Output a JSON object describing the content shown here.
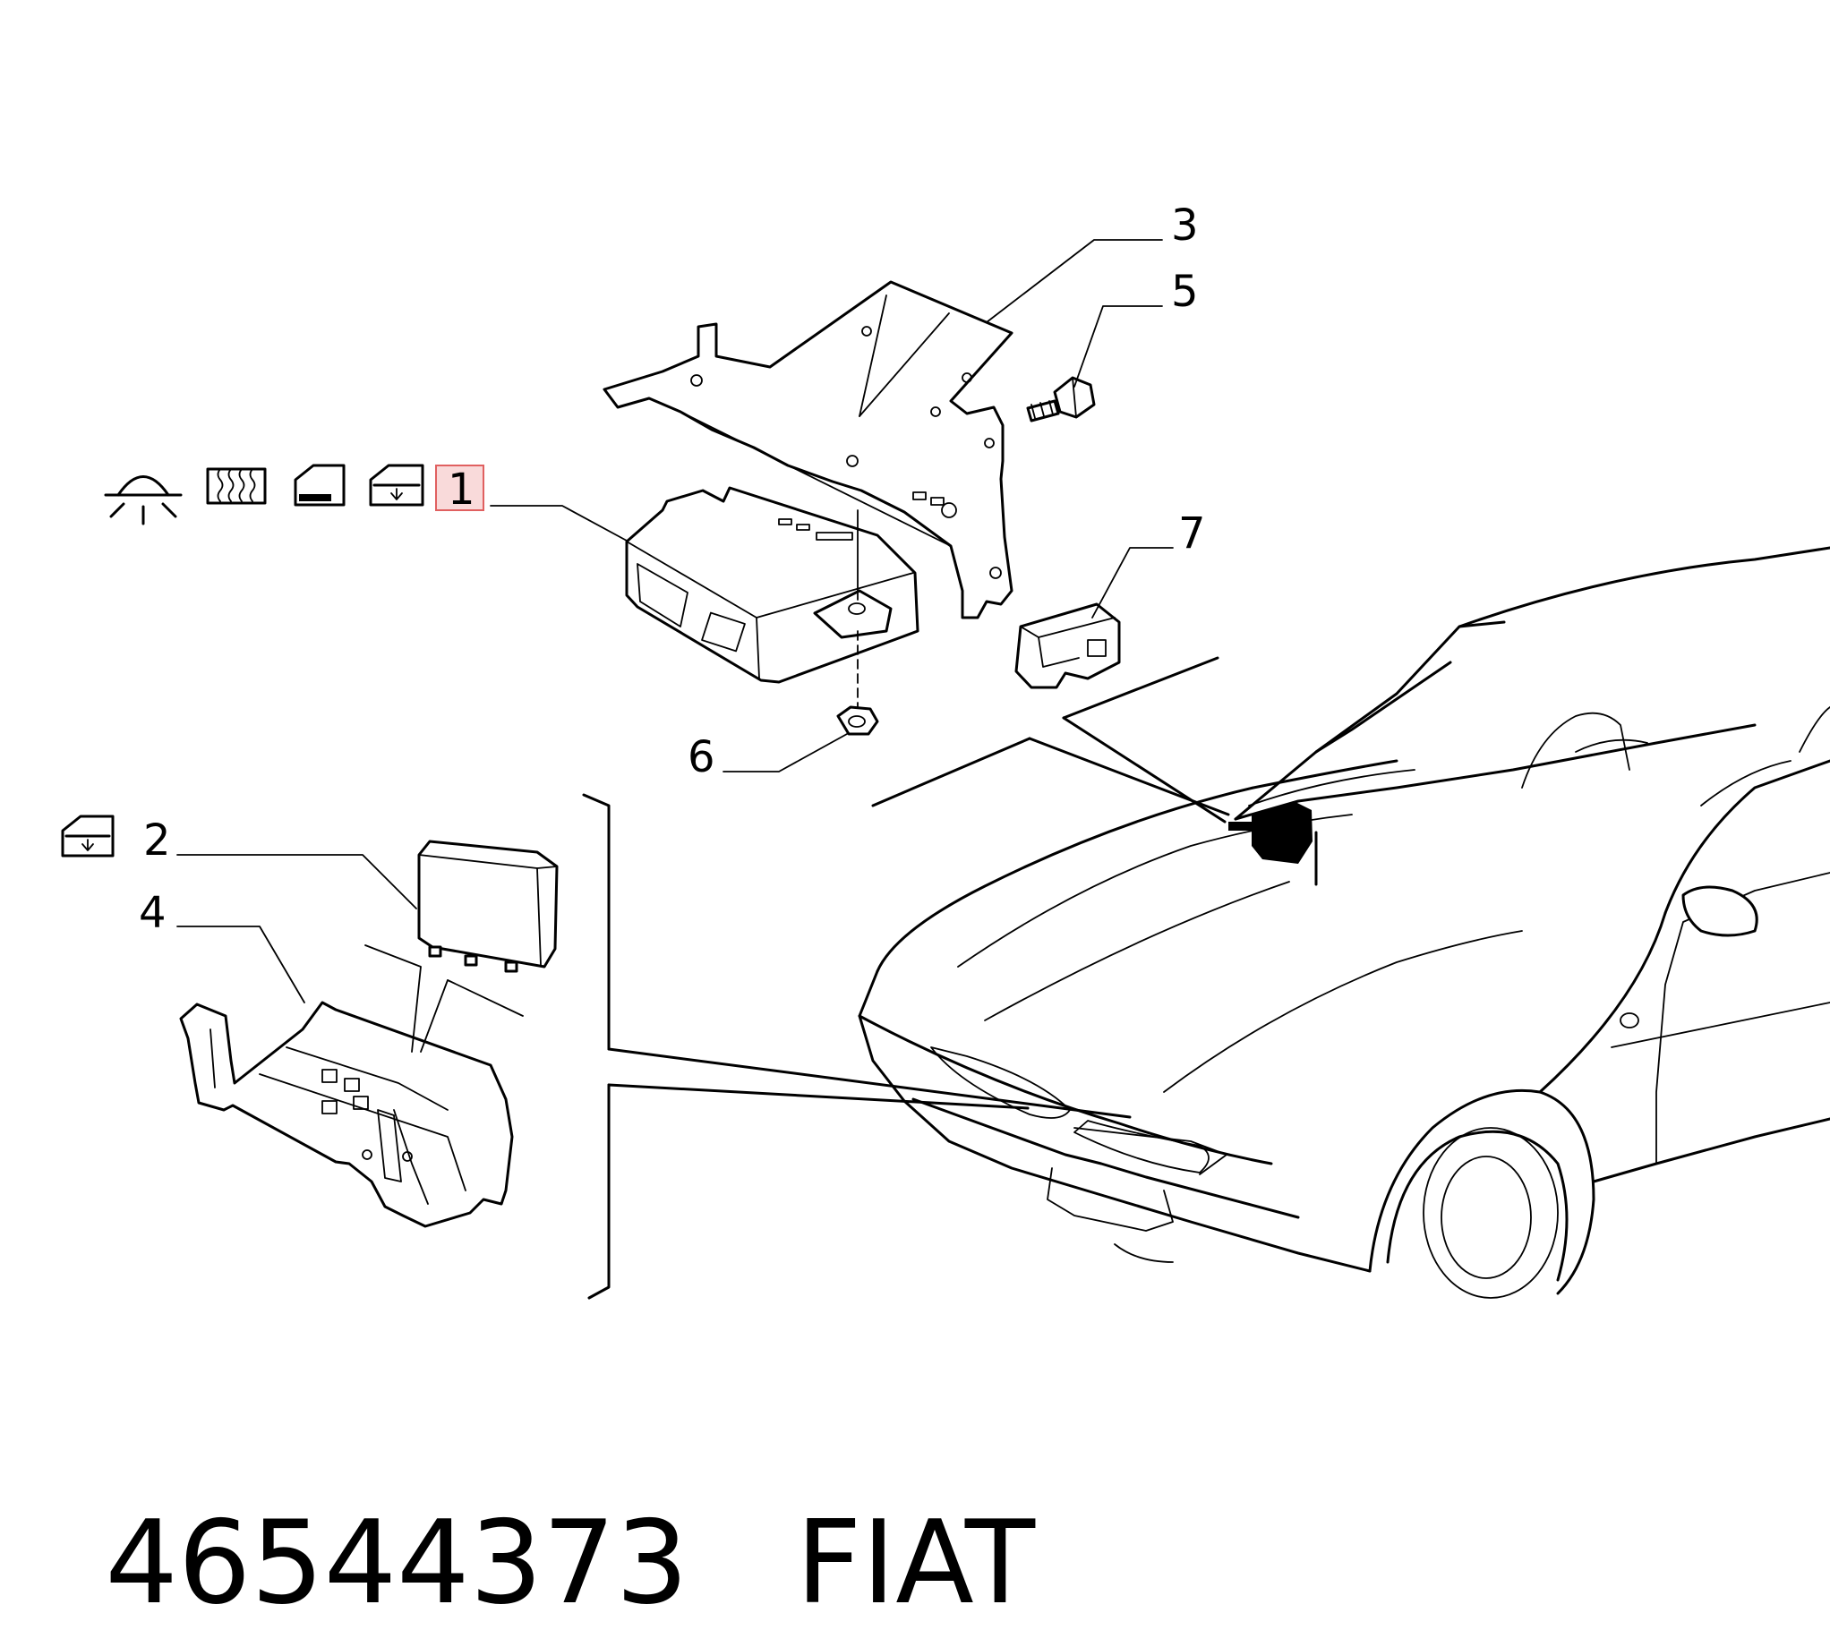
{
  "callouts": {
    "c1": "1",
    "c2": "2",
    "c3": "3",
    "c4": "4",
    "c5": "5",
    "c6": "6",
    "c7": "7"
  },
  "highlight_color": "#f4c2c2",
  "icons": [
    "dome-light-icon",
    "rear-defroster-icon",
    "door-lock-icon",
    "power-window-icon"
  ],
  "caption": {
    "part_number": "46544373",
    "brand": "FIAT"
  }
}
